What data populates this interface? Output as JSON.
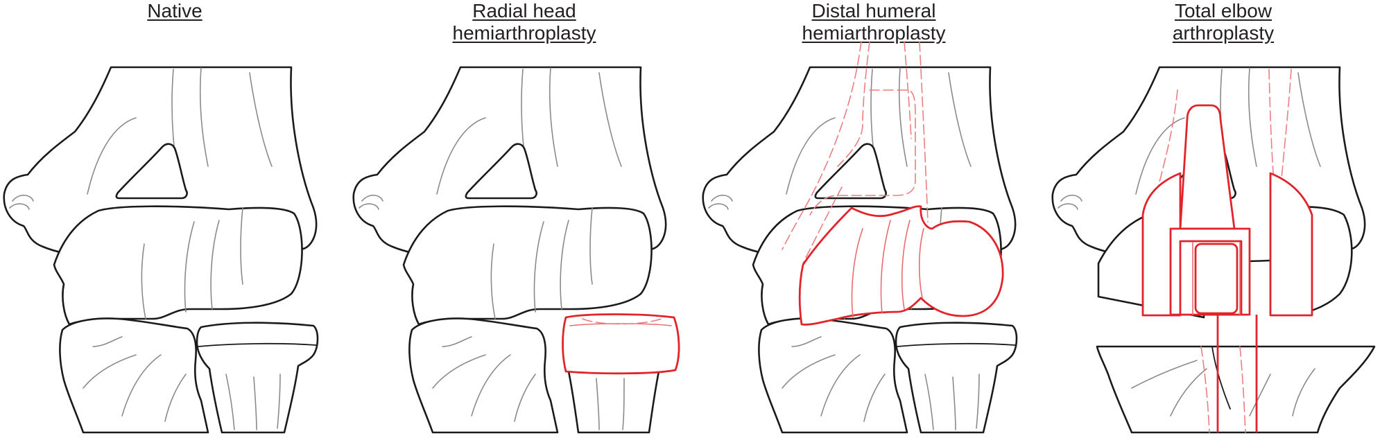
{
  "panels": [
    {
      "id": "native",
      "title_lines": [
        "Native"
      ]
    },
    {
      "id": "radial-head",
      "title_lines": [
        "Radial head",
        "hemiarthroplasty"
      ]
    },
    {
      "id": "distal-humeral",
      "title_lines": [
        "Distal humeral",
        "hemiarthroplasty"
      ]
    },
    {
      "id": "total-elbow",
      "title_lines": [
        "Total elbow",
        "arthroplasty"
      ]
    }
  ],
  "colors": {
    "outline": "#1a1a1a",
    "implant": "#e0242a",
    "implant_light": "#ec7d80",
    "inner": "#8a8a8a"
  }
}
